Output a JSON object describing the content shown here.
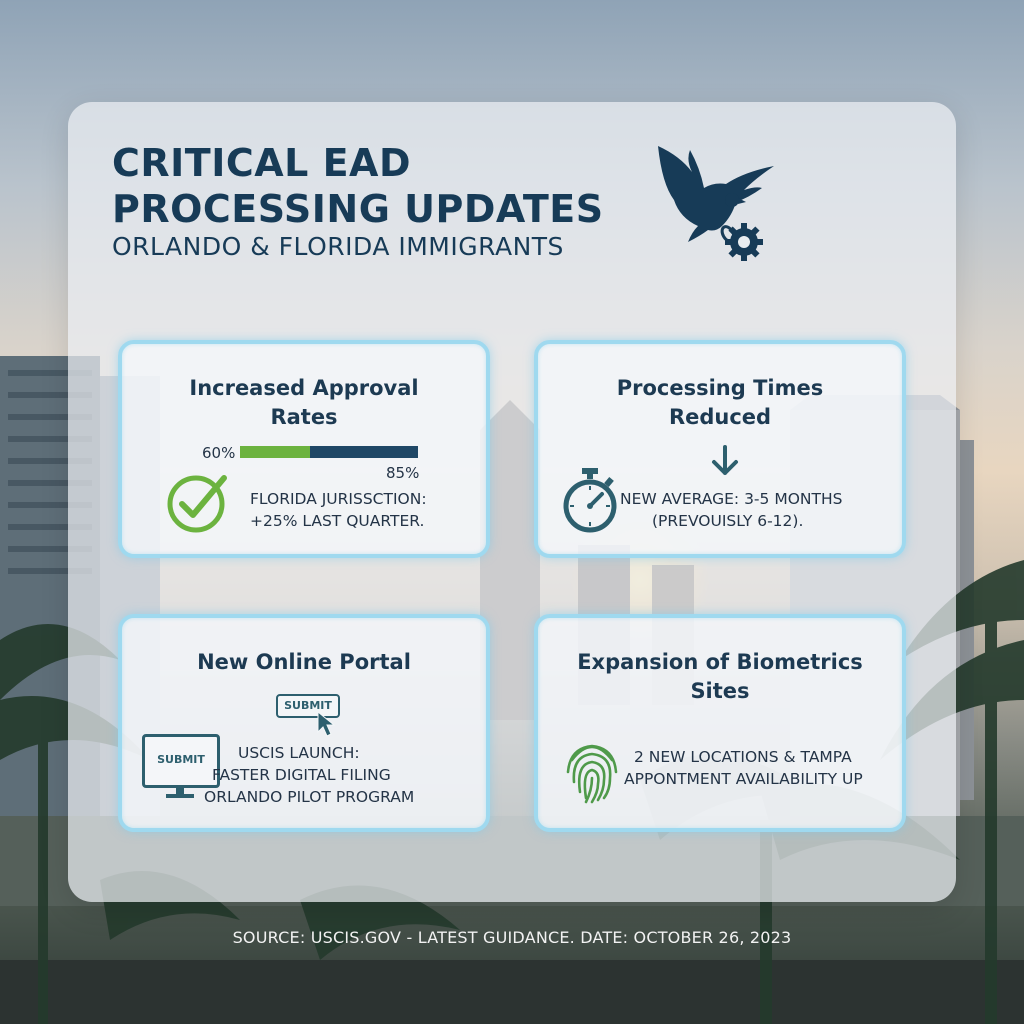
{
  "header": {
    "title_line1": "CRITICAL EAD",
    "title_line2": "PROCESSING UPDATES",
    "subtitle": "ORLANDO & FLORIDA IMMIGRANTS",
    "logo_icon": "eagle-gear-icon"
  },
  "cards": [
    {
      "title_line1": "Increased Approval",
      "title_line2": "Rates",
      "bar_start_label": "60%",
      "bar_end_label": "85%",
      "bar_start_value": 60,
      "bar_end_value": 85,
      "icon": "checkmark-circle-icon",
      "text_line1": "FLORIDA JURISSCTION:",
      "text_line2": "+25% LAST QUARTER."
    },
    {
      "title_line1": "Processing Times",
      "title_line2": "Reduced",
      "icon": "stopwatch-icon",
      "arrow_icon": "arrow-down-icon",
      "text_line1": "NEW AVERAGE: 3-5 MONTHS",
      "text_line2": "(PREVOUISLY 6-12)."
    },
    {
      "title": "New Online Portal",
      "submit_button_label": "SUBMIT",
      "monitor_label": "SUBMIT",
      "icon": "computer-monitor-icon",
      "text_line1": "USCIS LAUNCH:",
      "text_line2": "FASTER DIGITAL FILING",
      "text_line3": "ORLANDO PILOT PROGRAM"
    },
    {
      "title_line1": "Expansion of Biometrics",
      "title_line2": "Sites",
      "icon": "fingerprint-icon",
      "text_line1": "2 NEW LOCATIONS & TAMPA",
      "text_line2": "APPONTMENT AVAILABILITY UP"
    }
  ],
  "footer": {
    "text": "SOURCE: USCIS.GOV - LATEST GUIDANCE.  DATE: OCTOBER 26, 2023"
  },
  "colors": {
    "navy": "#173b57",
    "green": "#6cb33f",
    "teal": "#2d5f6e",
    "card_border": "#9fd9ef"
  }
}
